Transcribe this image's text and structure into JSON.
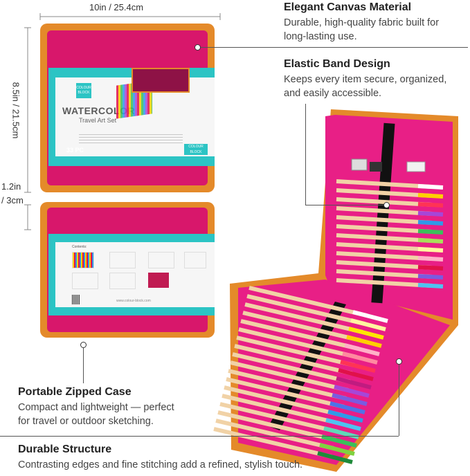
{
  "dimensions": {
    "width": "10in / 25.4cm",
    "height": "8.5in / 21.5cm",
    "depth_line1": "1.2in",
    "depth_line2": "/ 3cm"
  },
  "product": {
    "brand": "COLOUR BLOCK",
    "title": "WATERCOLOR",
    "subtitle": "Travel Art Set",
    "count": "33 PC",
    "contents_heading": "Contents:",
    "website": "www.colour-block.com"
  },
  "features": [
    {
      "title": "Elegant Canvas Material",
      "desc": [
        "Durable, high-quality fabric built for",
        "long-lasting use."
      ]
    },
    {
      "title": "Elastic Band Design",
      "desc": [
        "Keeps every item secure, organized,",
        "and easily accessible."
      ]
    },
    {
      "title": "Portable Zipped Case",
      "desc": [
        "Compact and lightweight — perfect",
        "for travel or outdoor sketching."
      ]
    },
    {
      "title": "Durable Structure",
      "desc": [
        "Contrasting edges and fine stitching add a refined, stylish touch."
      ]
    }
  ],
  "colors": {
    "canvas": "#d8176b",
    "trim": "#e48a2a",
    "band": "#2cc4c4",
    "interior": "#e81f86",
    "elastic": "#111111"
  },
  "pencil_colors": [
    "#ffffff",
    "#fff6a0",
    "#ffe600",
    "#ffcf00",
    "#ffb0c8",
    "#ff8aa0",
    "#ff3355",
    "#e0114a",
    "#c01b80",
    "#a646d8",
    "#7a5be0",
    "#4e72e8",
    "#2f9ae8",
    "#4ec2f0",
    "#60d8b8",
    "#3ac05a",
    "#7fd240",
    "#1f8a3a",
    "#a8e05a",
    "#c8d840"
  ]
}
